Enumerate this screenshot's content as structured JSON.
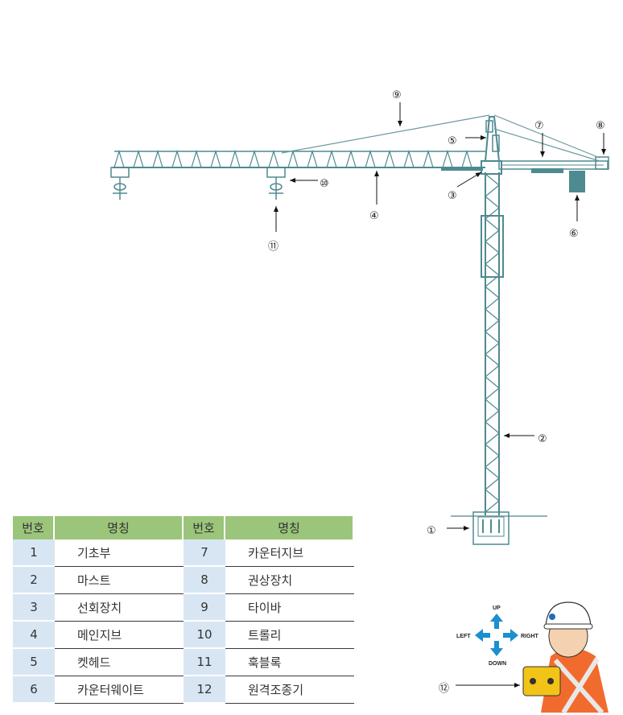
{
  "callouts": [
    "①",
    "②",
    "③",
    "④",
    "⑤",
    "⑥",
    "⑦",
    "⑧",
    "⑨",
    "⑩",
    "⑪",
    "⑫"
  ],
  "controller": {
    "up": "UP",
    "down": "DOWN",
    "left": "LEFT",
    "right": "RIGHT"
  },
  "table": {
    "header_num": "번호",
    "header_name": "명칭",
    "rows": [
      {
        "n1": "1",
        "name1": "기초부",
        "n2": "7",
        "name2": "카운터지브"
      },
      {
        "n1": "2",
        "name1": "마스트",
        "n2": "8",
        "name2": "권상장치"
      },
      {
        "n1": "3",
        "name1": "선회장치",
        "n2": "9",
        "name2": "타이바"
      },
      {
        "n1": "4",
        "name1": "메인지브",
        "n2": "10",
        "name2": "트롤리"
      },
      {
        "n1": "5",
        "name1": "켓헤드",
        "n2": "11",
        "name2": "훅블록"
      },
      {
        "n1": "6",
        "name1": "카운터웨이트",
        "n2": "12",
        "name2": "원격조종기"
      }
    ]
  },
  "colors": {
    "crane": "#4e8a90",
    "header_green": "#9bc57a",
    "num_blue": "#d8e6f4",
    "arrow_blue": "#1b8fd0",
    "vest_orange": "#f26b2e"
  }
}
